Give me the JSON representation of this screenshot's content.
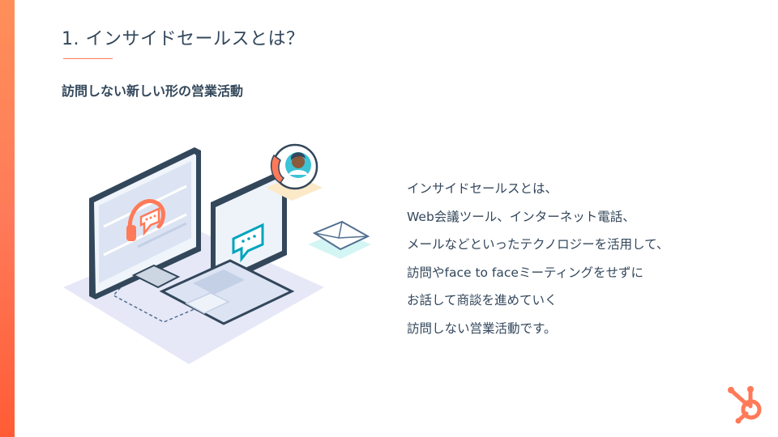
{
  "slide": {
    "title": "1. インサイドセールスとは？",
    "subtitle": "訪問しない新しい形の営業活動",
    "body_lines": [
      "インサイドセールスとは、",
      "Web会議ツール、インターネット電話、",
      "メールなどといったテクノロジーを活用して、",
      "訪問やface to faceミーティングをせずに",
      "お話して商談を進めていく",
      "訪問しない営業活動です。"
    ]
  },
  "illustration": {
    "icons": [
      "desktop-monitor-icon",
      "laptop-icon",
      "phone-headset-icon",
      "chat-bubble-icon",
      "phone-call-avatar-icon",
      "envelope-icon"
    ]
  },
  "brand": {
    "logo": "hubspot-sprocket-icon",
    "accent_color": "#ff7a59",
    "text_color": "#33475b"
  }
}
